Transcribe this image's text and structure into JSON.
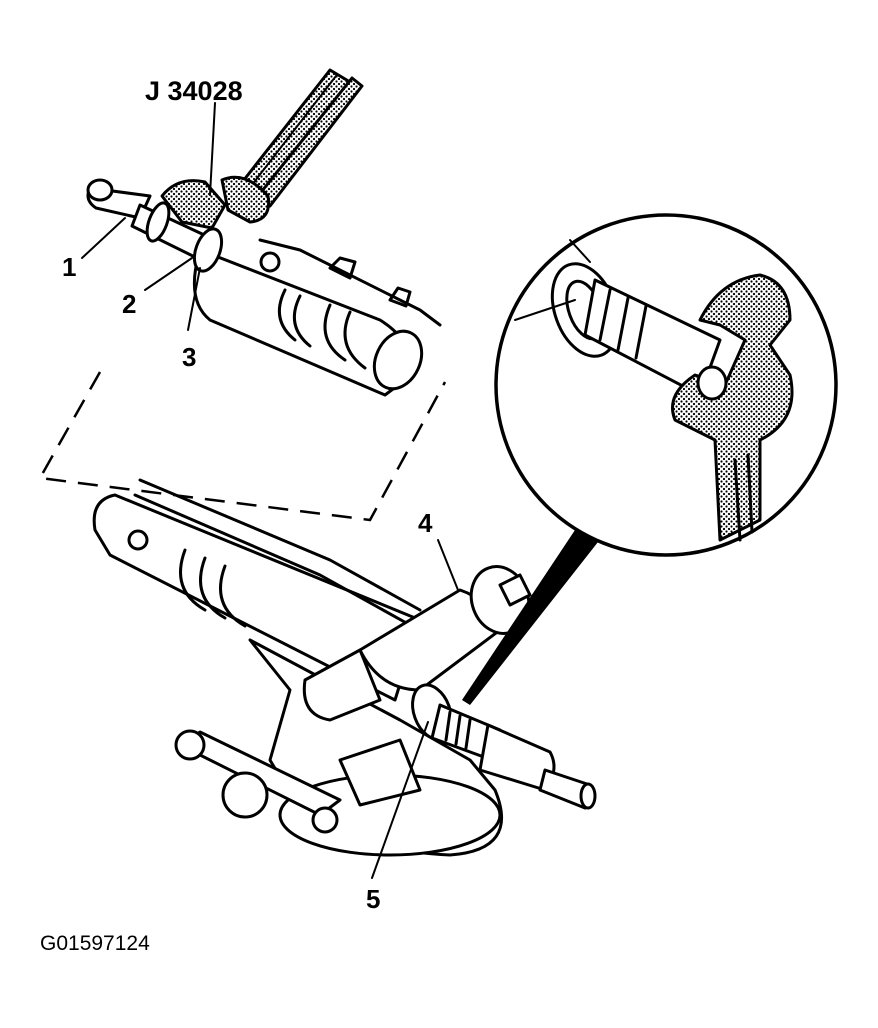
{
  "tool_label": "J 34028",
  "callouts": {
    "c1": "1",
    "c2": "2",
    "c3": "3",
    "c4": "4",
    "c5": "5"
  },
  "figure_id": "G01597124",
  "colors": {
    "ink": "#000000",
    "paper": "#ffffff"
  }
}
